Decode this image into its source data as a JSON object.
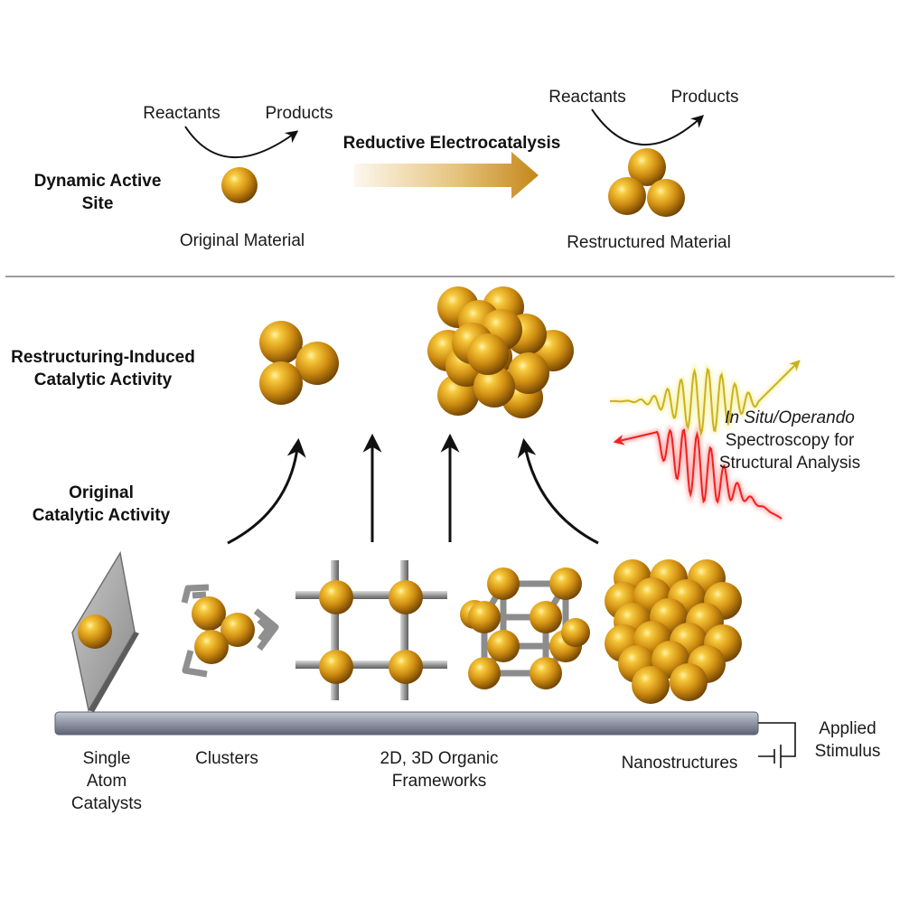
{
  "top_panel": {
    "row_label": [
      "Dynamic Active",
      "Site"
    ],
    "left": {
      "reactants": "Reactants",
      "products": "Products",
      "caption": "Original Material"
    },
    "process": "Reductive Electrocatalysis",
    "right": {
      "reactants": "Reactants",
      "products": "Products",
      "caption": "Restructured Material"
    }
  },
  "bottom_panel": {
    "restructuring_label": [
      "Restructuring-Induced",
      "Catalytic Activity"
    ],
    "original_label": [
      "Original",
      "Catalytic Activity"
    ],
    "spectroscopy": {
      "line1": "In Situ/Operando",
      "line2": "Spectroscopy for",
      "line3": "Structural Analysis"
    },
    "catalysts": {
      "single_atom": [
        "Single",
        "Atom",
        "Catalysts"
      ],
      "clusters": "Clusters",
      "frameworks": [
        "2D, 3D Organic",
        "Frameworks"
      ],
      "nanostructures": "Nanostructures"
    },
    "stimulus": [
      "Applied",
      "Stimulus"
    ]
  },
  "colors": {
    "atom_light": "#ffe27a",
    "atom_mid": "#d99a16",
    "atom_dark": "#7a4a04",
    "arrow_gradient_start": "#fbf3e4",
    "arrow_gradient_end": "#c68a1c",
    "signal_yellow": "#e8d43a",
    "signal_red": "#ee2222",
    "divider": "#7f7f7f",
    "electrode": "#8d93a4"
  }
}
